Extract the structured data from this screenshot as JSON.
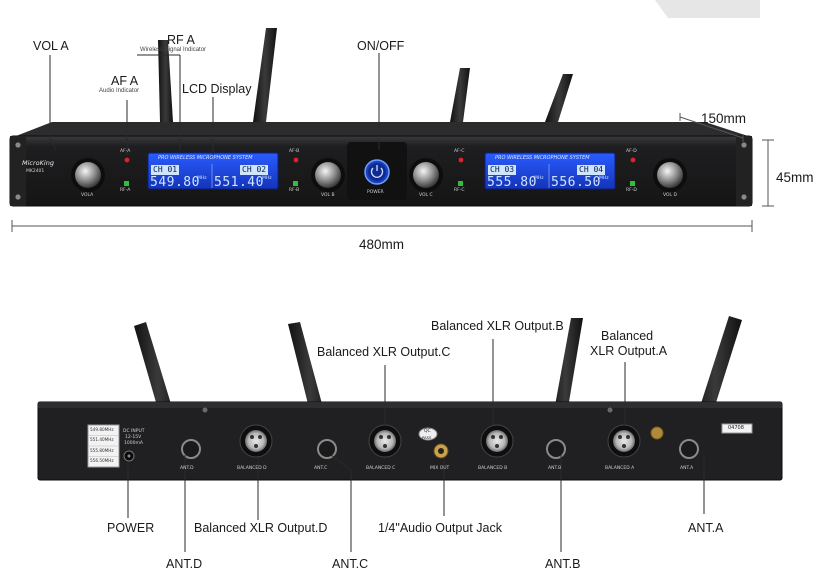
{
  "front": {
    "labels": {
      "vol_a": "VOL A",
      "rf_a": "RF A",
      "rf_a_sub": "Wireless Signal Indicator",
      "af_a": "AF A",
      "af_a_sub": "Audio Indicator",
      "lcd": "LCD Display",
      "on_off": "ON/OFF"
    },
    "dimensions": {
      "depth": "150mm",
      "height": "45mm",
      "width": "480mm"
    },
    "panel": {
      "brand": "MicroKing",
      "model": "MK2401",
      "lcd_title": "PRO WIRELESS MICROPHONE SYSTEM",
      "screens": [
        {
          "ch1": "CH 01",
          "f1": "549.80",
          "ch2": "CH 02",
          "f2": "551.40"
        },
        {
          "ch1": "CH 03",
          "f1": "555.80",
          "ch2": "CH 04",
          "f2": "556.50"
        }
      ],
      "unit": "MHz",
      "knobs": [
        "VOLA",
        "VOL B",
        "VOL C",
        "VOL D"
      ],
      "power": "POWER",
      "leds": [
        "AF-A",
        "RF-A",
        "AF-B",
        "RF-B",
        "AF-C",
        "RF-C",
        "AF-D",
        "RF-D"
      ]
    }
  },
  "rear": {
    "callouts": {
      "xlr_b": "Balanced XLR Output.B",
      "xlr_c": "Balanced XLR Output.C",
      "xlr_a": "Balanced XLR Output.A",
      "xlr_a_line1": "Balanced",
      "xlr_a_line2": "XLR Output.A",
      "power": "POWER",
      "xlr_d": "Balanced XLR Output.D",
      "jack": "1/4\"Audio Output Jack",
      "ant_a": "ANT.A",
      "ant_b": "ANT.B",
      "ant_c": "ANT.C",
      "ant_d": "ANT.D"
    },
    "panel": {
      "freq_list": [
        "549.80MHz",
        "551.40MHz",
        "555.80MHz",
        "556.50MHz"
      ],
      "dc_input": "DC INPUT",
      "dc_voltage": "12-15V",
      "dc_current": "1000mA",
      "balanced_d": "BALANCED D",
      "balanced_c": "BALANCED C",
      "balanced_b": "BALANCED B",
      "balanced_a": "BALANCED A",
      "mix_out": "MIX OUT",
      "qc": "QC",
      "pass": "PASS",
      "serial": "04708",
      "ant_d": "ANT.D",
      "ant_c": "ANT.C",
      "ant_b": "ANT.B",
      "ant_a": "ANT.A"
    }
  },
  "colors": {
    "chassis": "#1d1d1f",
    "lcd_blue": "#1a45d8",
    "led_red": "#e0202a",
    "led_green": "#2fbf3a",
    "callout_line": "#2a2a2a"
  }
}
